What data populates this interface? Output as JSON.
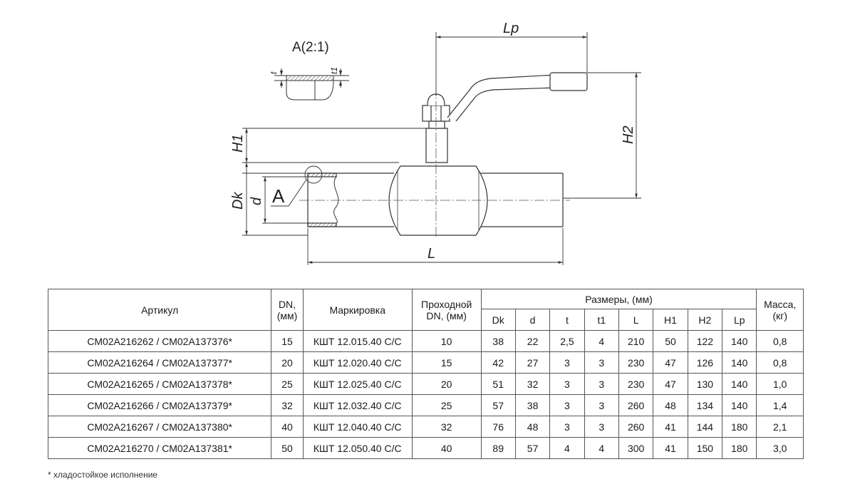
{
  "drawing": {
    "detail_title": "A(2:1)",
    "callout_letter": "A",
    "dim_labels": {
      "Lp": "Lp",
      "H2": "H2",
      "H1": "H1",
      "Dk": "Dk",
      "d": "d",
      "L": "L",
      "t": "t",
      "t1": "t1"
    }
  },
  "table": {
    "headers": {
      "article": "Артикул",
      "dn": "DN, (мм)",
      "marking": "Маркировка",
      "bore": "Проходной DN, (мм)",
      "dimensions": "Размеры, (мм)",
      "mass": "Масса, (кг)",
      "sub": [
        "Dk",
        "d",
        "t",
        "t1",
        "L",
        "H1",
        "H2",
        "Lp"
      ]
    },
    "rows": [
      [
        "СМ02А216262 / СМ02А137376*",
        "15",
        "КШТ 12.015.40 С/С",
        "10",
        "38",
        "22",
        "2,5",
        "4",
        "210",
        "50",
        "122",
        "140",
        "0,8"
      ],
      [
        "СМ02А216264 / СМ02А137377*",
        "20",
        "КШТ 12.020.40 С/С",
        "15",
        "42",
        "27",
        "3",
        "3",
        "230",
        "47",
        "126",
        "140",
        "0,8"
      ],
      [
        "СМ02А216265 / СМ02А137378*",
        "25",
        "КШТ 12.025.40 С/С",
        "20",
        "51",
        "32",
        "3",
        "3",
        "230",
        "47",
        "130",
        "140",
        "1,0"
      ],
      [
        "СМ02А216266 / СМ02А137379*",
        "32",
        "КШТ 12.032.40 С/С",
        "25",
        "57",
        "38",
        "3",
        "3",
        "260",
        "48",
        "134",
        "140",
        "1,4"
      ],
      [
        "СМ02А216267 / СМ02А137380*",
        "40",
        "КШТ 12.040.40 С/С",
        "32",
        "76",
        "48",
        "3",
        "3",
        "260",
        "41",
        "144",
        "180",
        "2,1"
      ],
      [
        "СМ02А216270 / СМ02А137381*",
        "50",
        "КШТ 12.050.40 С/С",
        "40",
        "89",
        "57",
        "4",
        "4",
        "300",
        "41",
        "150",
        "180",
        "3,0"
      ]
    ]
  },
  "footnote": "* хладостойкое исполнение"
}
